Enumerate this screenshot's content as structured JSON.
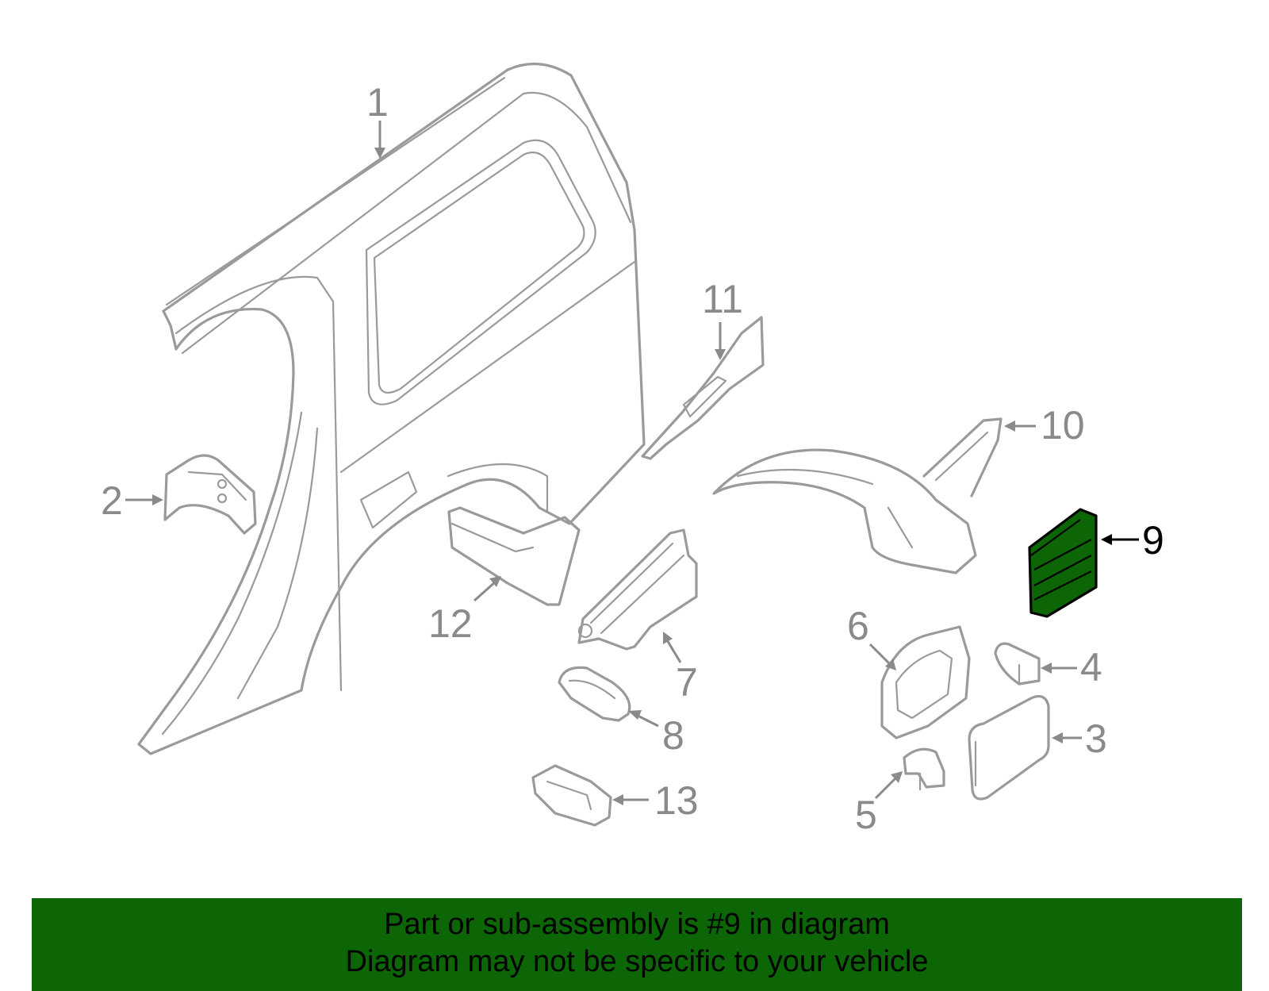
{
  "callouts": {
    "c1": "1",
    "c2": "2",
    "c3": "3",
    "c4": "4",
    "c5": "5",
    "c6": "6",
    "c7": "7",
    "c8": "8",
    "c9": "9",
    "c10": "10",
    "c11": "11",
    "c12": "12",
    "c13": "13"
  },
  "highlighted_part": "9",
  "colors": {
    "highlight": "#0c6606",
    "part_stroke": "#9a9a9a",
    "label": "#8a8a8a",
    "active_label": "#000000"
  },
  "banner": {
    "line1": "Part or sub-assembly is #9 in diagram",
    "line2": "Diagram may not be specific to your vehicle"
  }
}
